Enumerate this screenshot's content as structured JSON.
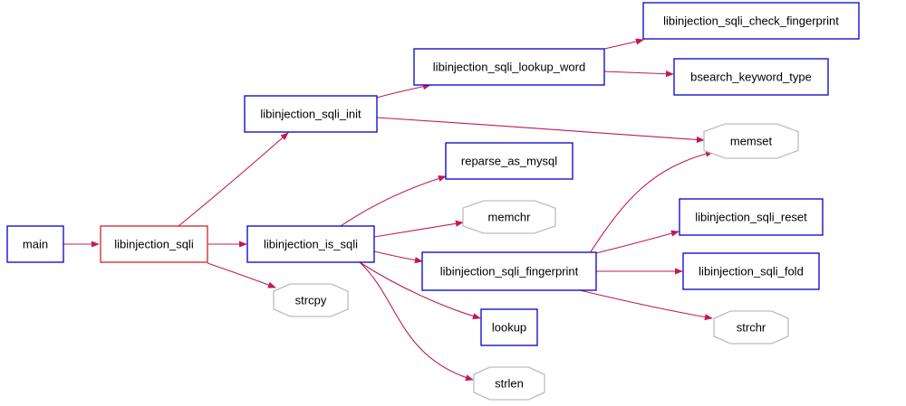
{
  "graph": {
    "nodes": [
      {
        "id": "main",
        "label": "main",
        "shape": "box",
        "color": "#0000cc"
      },
      {
        "id": "libinjection_sqli",
        "label": "libinjection_sqli",
        "shape": "box",
        "color": "#d22222"
      },
      {
        "id": "libinjection_sqli_init",
        "label": "libinjection_sqli_init",
        "shape": "box",
        "color": "#0000cc"
      },
      {
        "id": "libinjection_is_sqli",
        "label": "libinjection_is_sqli",
        "shape": "box",
        "color": "#0000cc"
      },
      {
        "id": "strcpy",
        "label": "strcpy",
        "shape": "octagon",
        "color": "#bdbdbd"
      },
      {
        "id": "libinjection_sqli_lookup_word",
        "label": "libinjection_sqli_lookup_word",
        "shape": "box",
        "color": "#0000cc"
      },
      {
        "id": "libinjection_sqli_check_fingerprint",
        "label": "libinjection_sqli_check_fingerprint",
        "shape": "box",
        "color": "#0000cc"
      },
      {
        "id": "bsearch_keyword_type",
        "label": "bsearch_keyword_type",
        "shape": "box",
        "color": "#0000cc"
      },
      {
        "id": "memset",
        "label": "memset",
        "shape": "octagon",
        "color": "#bdbdbd"
      },
      {
        "id": "reparse_as_mysql",
        "label": "reparse_as_mysql",
        "shape": "box",
        "color": "#0000cc"
      },
      {
        "id": "memchr",
        "label": "memchr",
        "shape": "octagon",
        "color": "#bdbdbd"
      },
      {
        "id": "libinjection_sqli_fingerprint",
        "label": "libinjection_sqli_fingerprint",
        "shape": "box",
        "color": "#0000cc"
      },
      {
        "id": "lookup",
        "label": "lookup",
        "shape": "box",
        "color": "#0000cc"
      },
      {
        "id": "strlen",
        "label": "strlen",
        "shape": "octagon",
        "color": "#bdbdbd"
      },
      {
        "id": "libinjection_sqli_reset",
        "label": "libinjection_sqli_reset",
        "shape": "box",
        "color": "#0000cc"
      },
      {
        "id": "libinjection_sqli_fold",
        "label": "libinjection_sqli_fold",
        "shape": "box",
        "color": "#0000cc"
      },
      {
        "id": "strchr",
        "label": "strchr",
        "shape": "octagon",
        "color": "#bdbdbd"
      }
    ],
    "edges": [
      {
        "from": "main",
        "to": "libinjection_sqli"
      },
      {
        "from": "libinjection_sqli",
        "to": "libinjection_sqli_init"
      },
      {
        "from": "libinjection_sqli",
        "to": "libinjection_is_sqli"
      },
      {
        "from": "libinjection_sqli",
        "to": "strcpy"
      },
      {
        "from": "libinjection_sqli_init",
        "to": "libinjection_sqli_lookup_word"
      },
      {
        "from": "libinjection_sqli_init",
        "to": "memset"
      },
      {
        "from": "libinjection_sqli_lookup_word",
        "to": "libinjection_sqli_check_fingerprint"
      },
      {
        "from": "libinjection_sqli_lookup_word",
        "to": "bsearch_keyword_type"
      },
      {
        "from": "libinjection_is_sqli",
        "to": "reparse_as_mysql"
      },
      {
        "from": "libinjection_is_sqli",
        "to": "memchr"
      },
      {
        "from": "libinjection_is_sqli",
        "to": "libinjection_sqli_fingerprint"
      },
      {
        "from": "libinjection_is_sqli",
        "to": "lookup"
      },
      {
        "from": "libinjection_is_sqli",
        "to": "strlen"
      },
      {
        "from": "libinjection_sqli_fingerprint",
        "to": "memset"
      },
      {
        "from": "libinjection_sqli_fingerprint",
        "to": "libinjection_sqli_reset"
      },
      {
        "from": "libinjection_sqli_fingerprint",
        "to": "libinjection_sqli_fold"
      },
      {
        "from": "libinjection_sqli_fingerprint",
        "to": "strchr"
      }
    ],
    "edge_color": "#c2185b"
  }
}
